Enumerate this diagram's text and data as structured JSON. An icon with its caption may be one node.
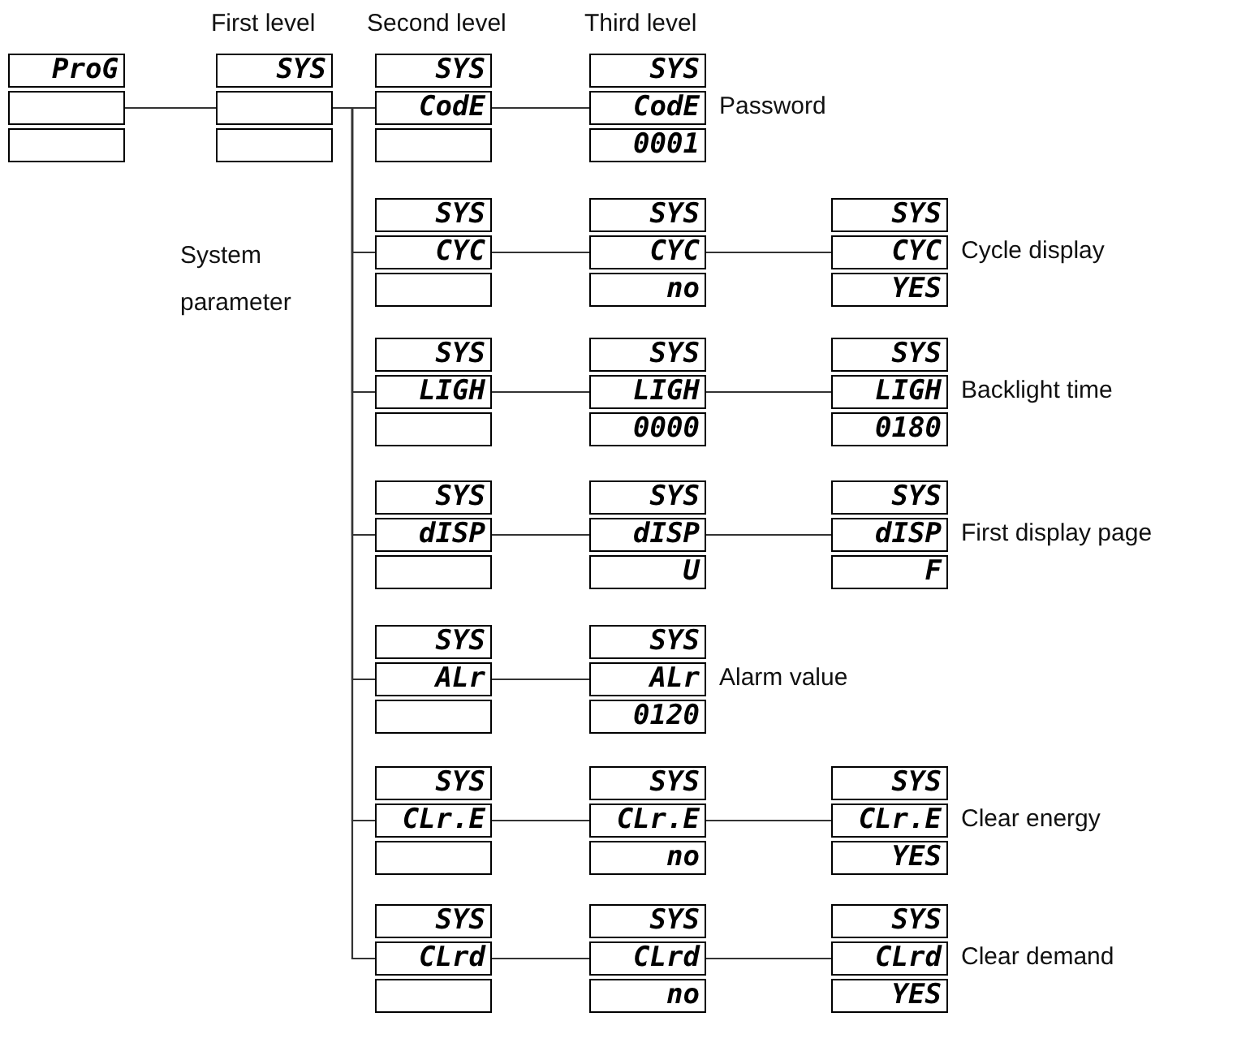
{
  "diagram": {
    "nodes": [
      {
        "text": [
          "ProG"
        ]
      },
      {
        "text": [
          "SYS"
        ],
        "beside": [
          "System parameter"
        ]
      },
      {
        "text": [
          "SYS",
          "CodE"
        ]
      },
      {
        "text": [
          "SYS",
          "CodE",
          "0001"
        ],
        "beside": [
          "Password"
        ]
      },
      {
        "text": [
          "SYS",
          "CYC"
        ]
      },
      {
        "text": [
          "SYS",
          "CYC",
          "no"
        ]
      },
      {
        "text": [
          "SYS",
          "CYC",
          "YES"
        ],
        "beside": [
          "Cycle display"
        ]
      },
      {
        "text": [
          "SYS",
          "LIGH"
        ]
      },
      {
        "text": [
          "SYS",
          "LIGH",
          "0000"
        ]
      },
      {
        "text": [
          "SYS",
          "LIGH",
          "0180"
        ],
        "beside": [
          "Backlight time"
        ]
      },
      {
        "text": [
          "SYS",
          "dISP"
        ]
      },
      {
        "text": [
          "SYS",
          "dISP",
          "U"
        ]
      },
      {
        "text": [
          "SYS",
          "dISP",
          "F"
        ],
        "beside": [
          "First display page"
        ]
      },
      {
        "text": [
          "SYS",
          "ALr"
        ]
      },
      {
        "text": [
          "SYS",
          "ALr",
          "0120"
        ],
        "beside": [
          "Alarm value"
        ]
      },
      {
        "text": [
          "SYS",
          "CLr.E"
        ]
      },
      {
        "text": [
          "SYS",
          "CLr.E",
          "no"
        ]
      },
      {
        "text": [
          "SYS",
          "CLr.E",
          "YES"
        ],
        "beside": [
          "Clear energy"
        ]
      },
      {
        "text": [
          "SYS",
          "CLrd"
        ]
      },
      {
        "text": [
          "SYS",
          "CLrd",
          "no"
        ]
      },
      {
        "text": [
          "SYS",
          "CLrd",
          "YES"
        ],
        "beside": [
          "Clear demand"
        ]
      }
    ],
    "edges": [
      {
        "from": 0,
        "to": 1,
        "arrow": "none"
      },
      {
        "from": 1,
        "to": 2,
        "arrow": "none"
      },
      {
        "from": 1,
        "to": 4,
        "arrow": "none"
      },
      {
        "from": 1,
        "to": 7,
        "arrow": "none"
      },
      {
        "from": 1,
        "to": 10,
        "arrow": "none"
      },
      {
        "from": 1,
        "to": 13,
        "arrow": "none"
      },
      {
        "from": 1,
        "to": 15,
        "arrow": "none"
      },
      {
        "from": 1,
        "to": 18,
        "arrow": "none"
      },
      {
        "from": 2,
        "to": 3,
        "arrow": "none"
      },
      {
        "from": 4,
        "to": 5,
        "arrow": "none"
      },
      {
        "from": 5,
        "to": 6,
        "arrow": "none"
      },
      {
        "from": 7,
        "to": 8,
        "arrow": "none"
      },
      {
        "from": 8,
        "to": 9,
        "arrow": "none"
      },
      {
        "from": 10,
        "to": 11,
        "arrow": "none"
      },
      {
        "from": 11,
        "to": 12,
        "arrow": "none"
      },
      {
        "from": 13,
        "to": 14,
        "arrow": "none"
      },
      {
        "from": 15,
        "to": 16,
        "arrow": "none"
      },
      {
        "from": 16,
        "to": 17,
        "arrow": "none"
      },
      {
        "from": 18,
        "to": 19,
        "arrow": "none"
      },
      {
        "from": 19,
        "to": 20,
        "arrow": "none"
      }
    ],
    "labels": [
      "First level",
      "Second level",
      "Third level"
    ]
  }
}
